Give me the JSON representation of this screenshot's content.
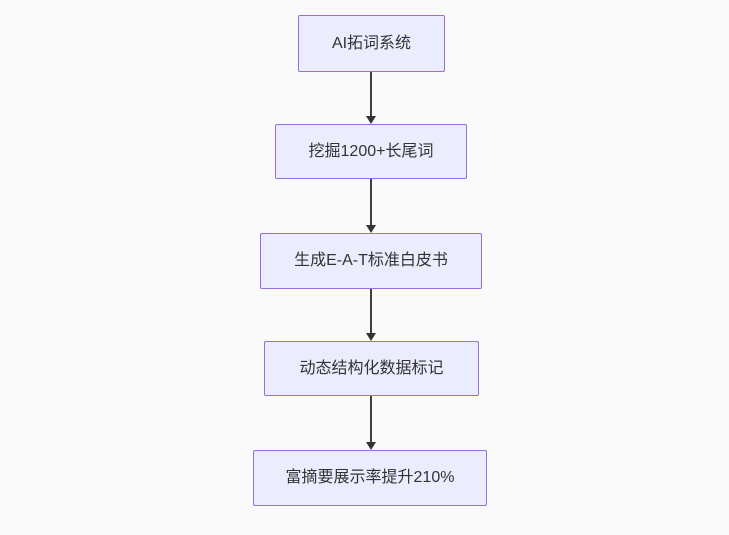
{
  "diagram": {
    "type": "flowchart",
    "direction": "top-down",
    "colors": {
      "background": "#fafafa",
      "node_fill": "#ECECFF",
      "node_border": "#9370DB",
      "node_text": "#333333",
      "edge": "#333333"
    },
    "nodes": [
      {
        "label": "AI拓词系统"
      },
      {
        "label": "挖掘1200+长尾词"
      },
      {
        "label": "生成E-A-T标准白皮书"
      },
      {
        "label": "动态结构化数据标记"
      },
      {
        "label": "富摘要展示率提升210%"
      }
    ],
    "edges": [
      {
        "from": "AI拓词系统",
        "to": "挖掘1200+长尾词"
      },
      {
        "from": "挖掘1200+长尾词",
        "to": "生成E-A-T标准白皮书"
      },
      {
        "from": "生成E-A-T标准白皮书",
        "to": "动态结构化数据标记"
      },
      {
        "from": "动态结构化数据标记",
        "to": "富摘要展示率提升210%"
      }
    ]
  }
}
